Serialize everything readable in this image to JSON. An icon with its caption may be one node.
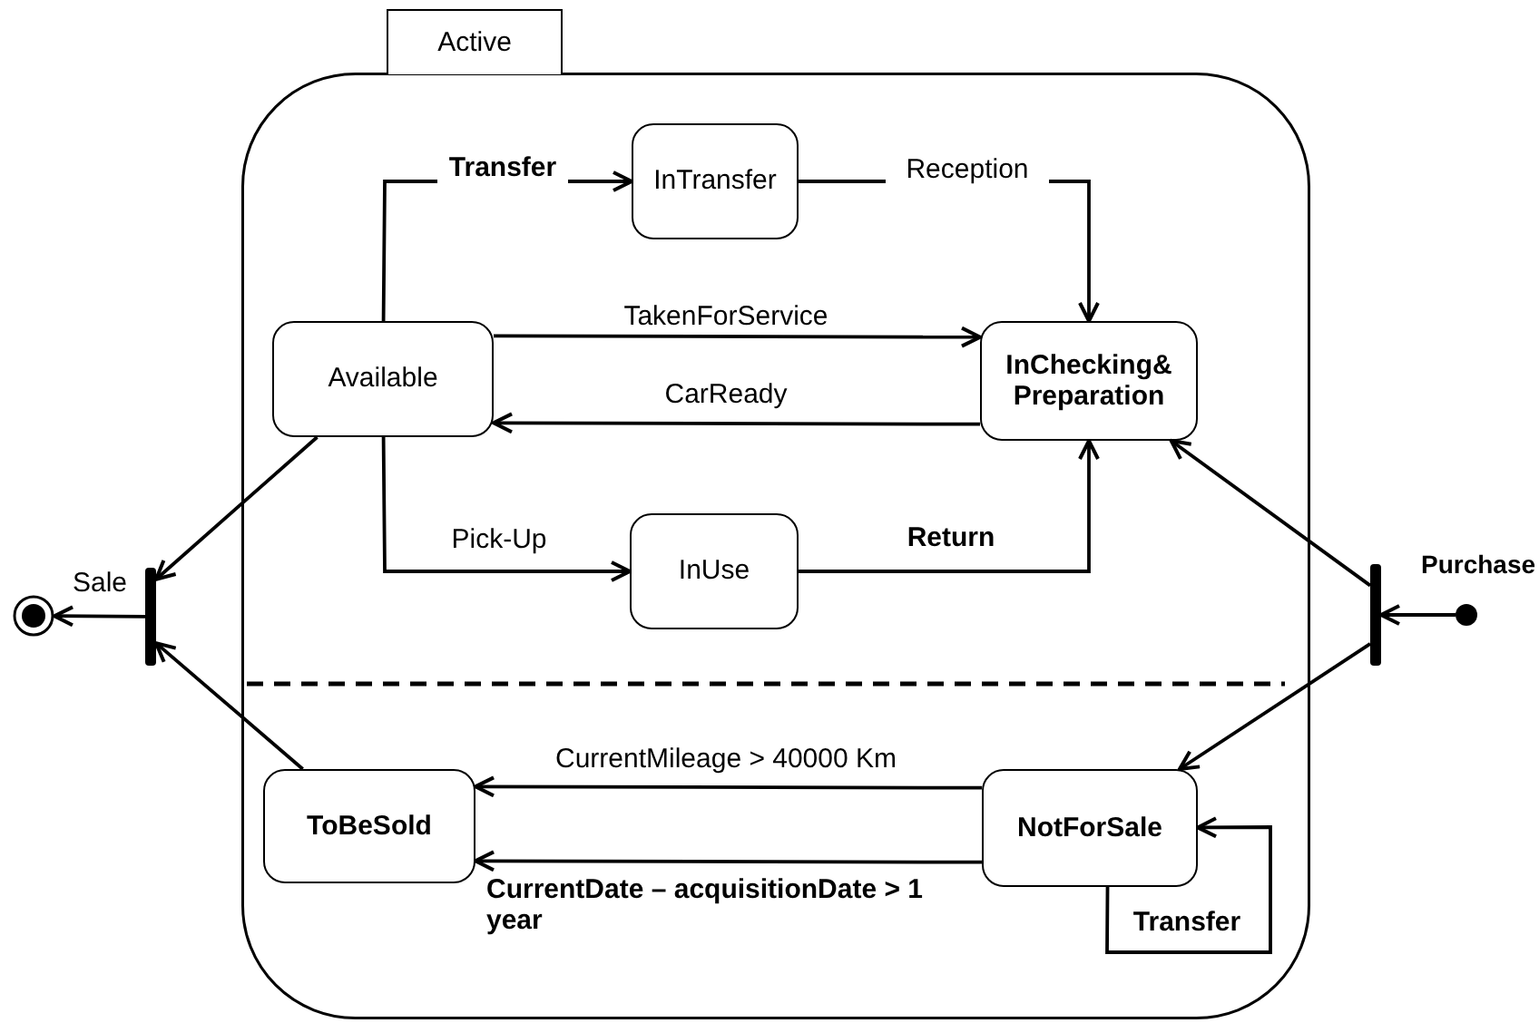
{
  "diagram": {
    "nodes": [
      {
        "text": [
          "Active"
        ]
      },
      {
        "text": [
          "Available"
        ],
        "in": 0
      },
      {
        "text": [
          "InTransfer"
        ],
        "in": 0
      },
      {
        "text": [
          "InChecking& Preparation"
        ],
        "in": 0
      },
      {
        "text": [
          "InUse"
        ],
        "in": 0
      },
      {
        "text": [
          "ToBeSold"
        ],
        "in": 0
      },
      {
        "text": [
          "NotForSale"
        ],
        "in": 0
      },
      {
        "text": [],
        "shape": "bar"
      },
      {
        "text": [],
        "shape": "circle"
      },
      {
        "text": [],
        "shape": "bar"
      },
      {
        "text": [],
        "shape": "circle"
      }
    ],
    "edges": [
      {
        "from": 1,
        "to": 2,
        "arrow": "to",
        "label": "Transfer"
      },
      {
        "from": 2,
        "to": 3,
        "arrow": "to",
        "label": "Reception"
      },
      {
        "from": 1,
        "to": 3,
        "arrow": "to",
        "label": "TakenForService"
      },
      {
        "from": 3,
        "to": 1,
        "arrow": "to",
        "label": "CarReady"
      },
      {
        "from": 1,
        "to": 4,
        "arrow": "to",
        "label": "Pick-Up"
      },
      {
        "from": 4,
        "to": 3,
        "arrow": "to",
        "label": "Return"
      },
      {
        "from": 1,
        "to": 7,
        "arrow": "to"
      },
      {
        "from": 5,
        "to": 7,
        "arrow": "to"
      },
      {
        "from": 7,
        "to": 8,
        "arrow": "to",
        "label": "Sale"
      },
      {
        "from": 10,
        "to": 9,
        "arrow": "to"
      },
      {
        "from": 9,
        "to": 3,
        "arrow": "to"
      },
      {
        "from": 9,
        "to": 6,
        "arrow": "to"
      },
      {
        "from": 6,
        "to": 5,
        "arrow": "to",
        "label": "CurrentMileage > 40000 Km"
      },
      {
        "from": 6,
        "to": 5,
        "arrow": "to",
        "label": "CurrentDate – acquisitionDate > 1 year"
      },
      {
        "from": 6,
        "to": 6,
        "arrow": "to",
        "label": "Transfer"
      }
    ],
    "labels": [
      "Purchase"
    ]
  }
}
